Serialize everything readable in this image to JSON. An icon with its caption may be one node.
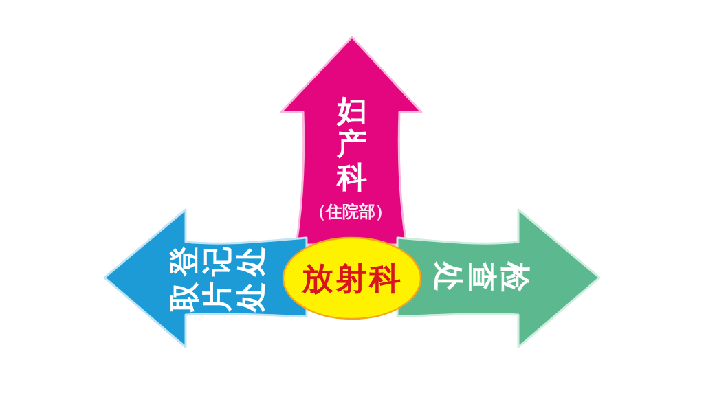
{
  "diagram": {
    "nodes": [
      {
        "text": [
          "妇产科",
          "（住院部）"
        ]
      },
      {
        "text": [
          "登记处",
          "取片处"
        ]
      },
      {
        "text": [
          "放射科"
        ]
      },
      {
        "text": [
          "检查处"
        ]
      }
    ]
  }
}
